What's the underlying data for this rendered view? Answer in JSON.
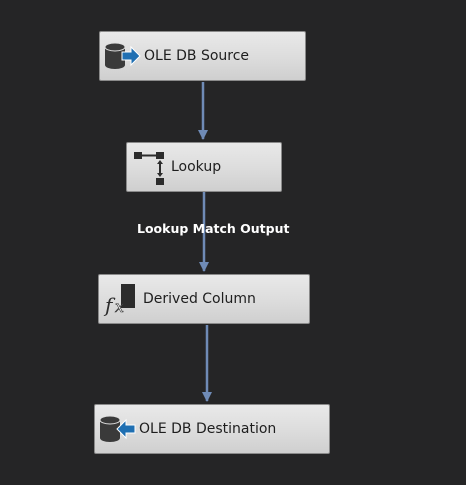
{
  "data_flow": {
    "components": [
      {
        "label": "OLE DB Source",
        "icon": "database-source-icon"
      },
      {
        "label": "Lookup",
        "icon": "lookup-icon"
      },
      {
        "label": "Derived Column",
        "icon": "fx-icon"
      },
      {
        "label": "OLE DB Destination",
        "icon": "database-destination-icon"
      }
    ],
    "paths": [
      {
        "label": ""
      },
      {
        "label": "Lookup Match Output"
      },
      {
        "label": ""
      }
    ]
  },
  "colors": {
    "canvas_background": "#252526",
    "component_fill": "#dcdcdc",
    "connector": "#6f8bb6",
    "arrow_accent": "#1f6fb2"
  }
}
